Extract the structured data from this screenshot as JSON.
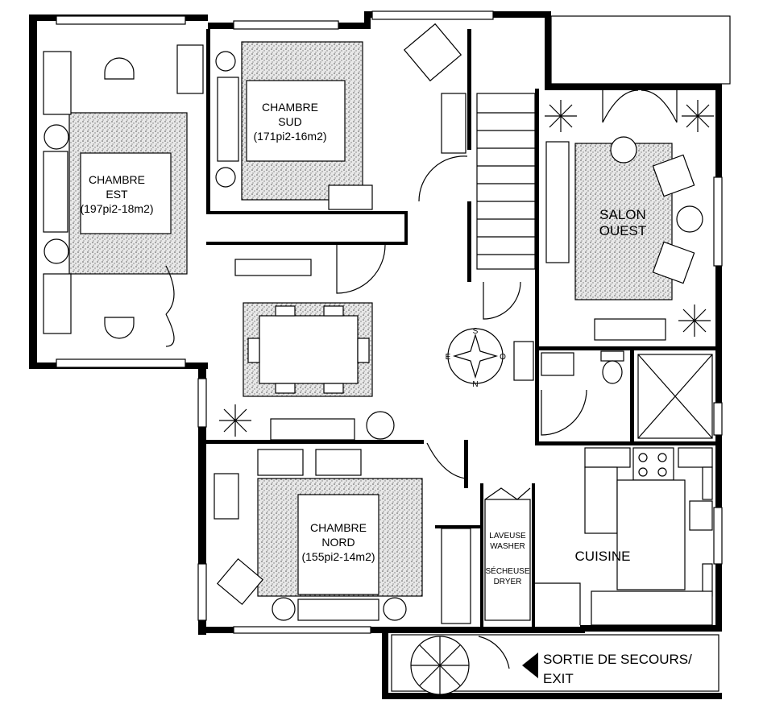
{
  "rooms": {
    "chambre_est": {
      "name_line1": "CHAMBRE",
      "name_line2": "EST",
      "area": "(197pi2-18m2)"
    },
    "chambre_sud": {
      "name_line1": "CHAMBRE",
      "name_line2": "SUD",
      "area": "(171pi2-16m2)"
    },
    "salon_ouest": {
      "name_line1": "SALON",
      "name_line2": "OUEST"
    },
    "chambre_nord": {
      "name_line1": "CHAMBRE",
      "name_line2": "NORD",
      "area": "(155pi2-14m2)"
    },
    "cuisine": {
      "name": "CUISINE"
    }
  },
  "laundry": {
    "line1": "LAVEUSE",
    "line2": "WASHER",
    "line3": "SÉCHEUSE",
    "line4": "DRYER"
  },
  "compass": {
    "north": "N",
    "south": "S",
    "east": "E",
    "west": "O"
  },
  "exit": {
    "line1": "SORTIE DE SECOURS/",
    "line2": "EXIT"
  },
  "colors": {
    "wall": "#000000",
    "background": "#ffffff",
    "rug": "#cfcfcf"
  }
}
